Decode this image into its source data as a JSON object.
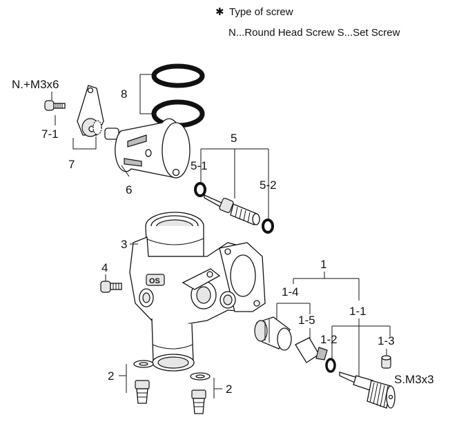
{
  "legend": {
    "symbol": "✱",
    "title": "Type of screw",
    "line": "N...Round Head Screw  S...Set Screw"
  },
  "labels": {
    "screw_n": "N.+M3x6",
    "l8": "8",
    "l7_1": "7-1",
    "l7": "7",
    "l6": "6",
    "l5": "5",
    "l5_1": "5-1",
    "l5_2": "5-2",
    "l3": "3",
    "l4": "4",
    "l1": "1",
    "l1_4": "1-4",
    "l1_5": "1-5",
    "l1_1": "1-1",
    "l1_2": "1-2",
    "l1_3": "1-3",
    "screw_s": "S.M3x3",
    "l2a": "2",
    "l2b": "2"
  },
  "colors": {
    "ink": "#111111",
    "fill": "#ffffff",
    "shade": "#e6e6e6"
  }
}
